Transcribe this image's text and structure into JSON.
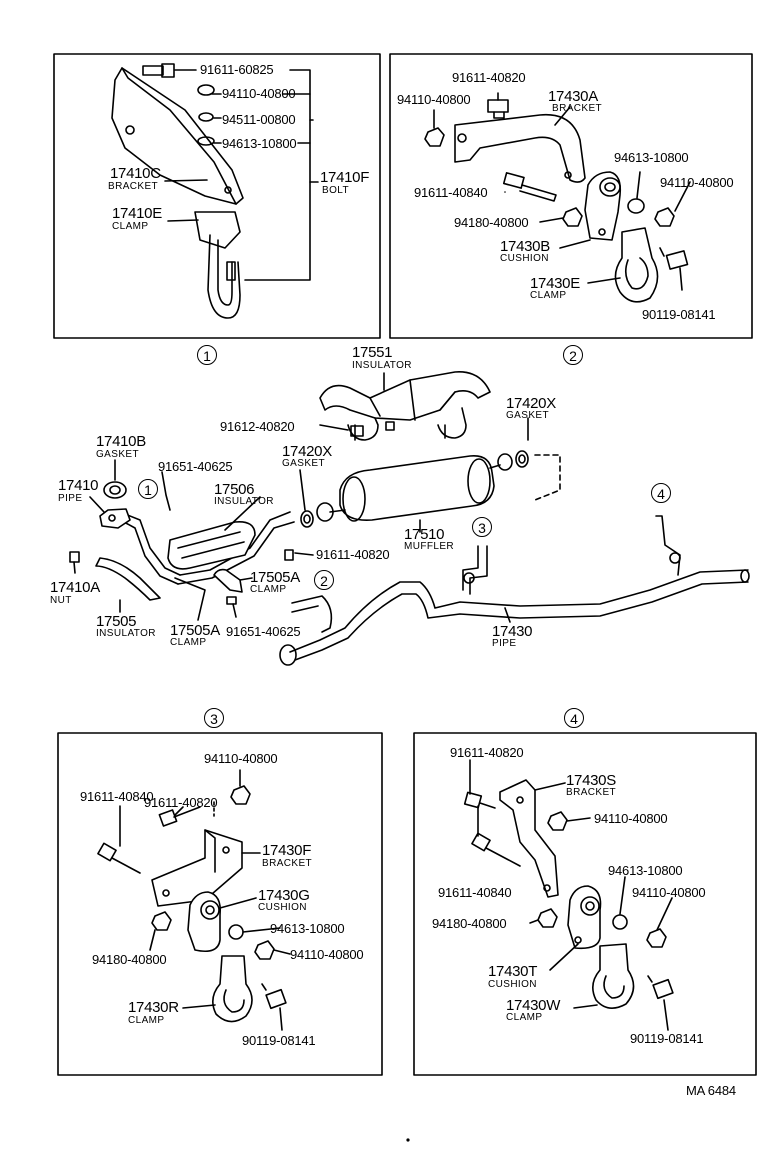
{
  "panels": {
    "p1": {
      "bolt1": "91611-60825",
      "nut1": "94110-40800",
      "washer1": "94511-00800",
      "washer2": "94613-10800",
      "bracket_pn": "17410C",
      "bracket_name": "BRACKET",
      "bolt_pn": "17410F",
      "bolt_name": "BOLT",
      "clamp_pn": "17410E",
      "clamp_name": "CLAMP",
      "marker": "1"
    },
    "p2": {
      "bolt1": "91611-40820",
      "nut1": "94110-40800",
      "bracket_pn": "17430A",
      "bracket_name": "BRACKET",
      "washer": "94613-10800",
      "nut2": "94110-40800",
      "bolt2": "91611-40840",
      "nut3": "94180-40800",
      "cushion_pn": "17430B",
      "cushion_name": "CUSHION",
      "clamp_pn": "17430E",
      "clamp_name": "CLAMP",
      "bolt3": "90119-08141",
      "marker": "2"
    },
    "main": {
      "insulator_pn": "17551",
      "insulator_name": "INSULATOR",
      "bolt_a": "91612-40820",
      "gasket_r_pn": "17420X",
      "gasket_r_name": "GASKET",
      "gasket_l_pn": "17410B",
      "gasket_l_name": "GASKET",
      "bolt_b": "91651-40625",
      "gasket_m_pn": "17420X",
      "gasket_m_name": "GASKET",
      "pipe_f_pn": "17410",
      "pipe_f_name": "PIPE",
      "ins_506_pn": "17506",
      "ins_506_name": "INSULATOR",
      "muffler_pn": "17510",
      "muffler_name": "MUFFLER",
      "bolt_c": "91611-40820",
      "nut_pn": "17410A",
      "nut_name": "NUT",
      "clamp_505a_pn": "17505A",
      "clamp_505a_name": "CLAMP",
      "ins_505_pn": "17505",
      "ins_505_name": "INSULATOR",
      "clamp_505a2_pn": "17505A",
      "clamp_505a2_name": "CLAMP",
      "bolt_d": "91651-40625",
      "pipe_pn": "17430",
      "pipe_name": "PIPE",
      "m1": "1",
      "m2": "2",
      "m3": "3",
      "m4": "4"
    },
    "p3": {
      "marker": "3",
      "nut1": "94110-40800",
      "bolt1": "91611-40820",
      "bolt2": "91611-40840",
      "bracket_pn": "17430F",
      "bracket_name": "BRACKET",
      "cushion_pn": "17430G",
      "cushion_name": "CUSHION",
      "nut2": "94180-40800",
      "washer": "94613-10800",
      "nut3": "94110-40800",
      "clamp_pn": "17430R",
      "clamp_name": "CLAMP",
      "bolt3": "90119-08141"
    },
    "p4": {
      "marker": "4",
      "bolt1": "91611-40820",
      "bracket_pn": "17430S",
      "bracket_name": "BRACKET",
      "nut1": "94110-40800",
      "bolt2": "91611-40840",
      "washer": "94613-10800",
      "nut2": "94180-40800",
      "nut3": "94110-40800",
      "cushion_pn": "17430T",
      "cushion_name": "CUSHION",
      "clamp_pn": "17430W",
      "clamp_name": "CLAMP",
      "bolt3": "90119-08141"
    }
  },
  "footer_code": "MA 6484"
}
